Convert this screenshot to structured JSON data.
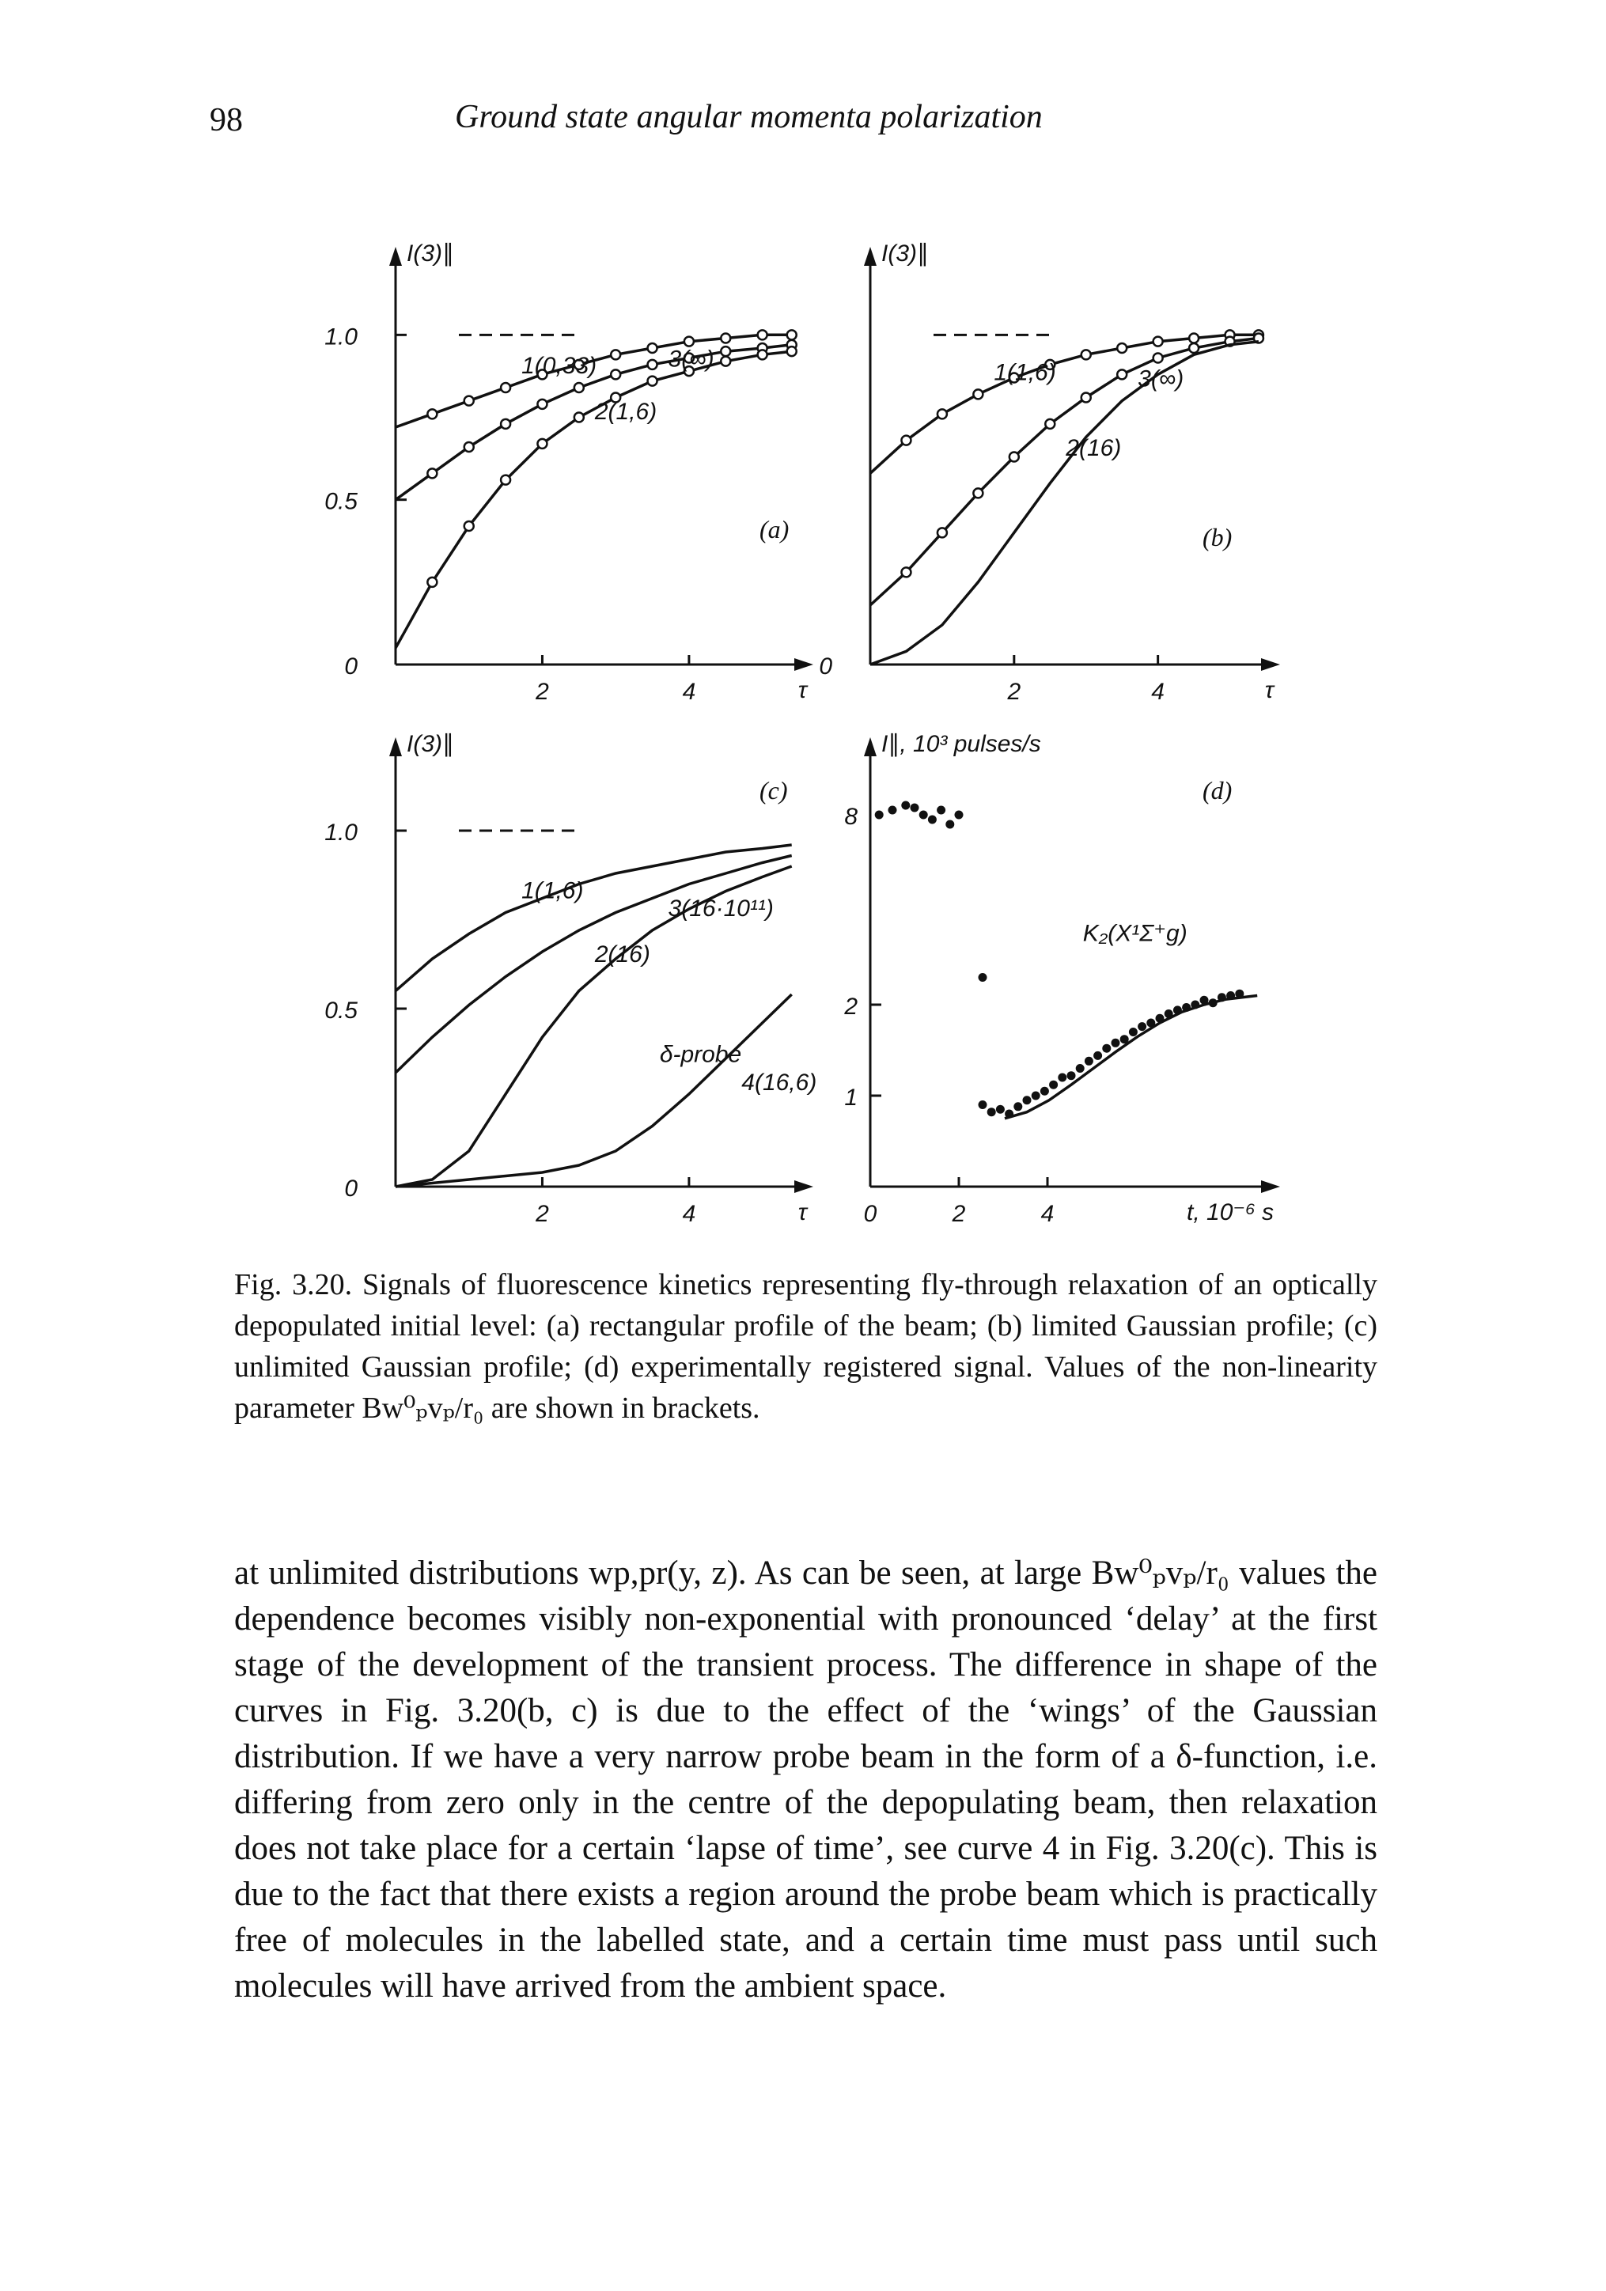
{
  "page": {
    "number": "98",
    "running_head": "Ground state angular momenta polarization"
  },
  "caption": {
    "label": "Fig. 3.20.",
    "text": "Signals of fluorescence kinetics representing fly-through relaxation of an optically depopulated initial level: (a) rectangular profile of the beam; (b) limited Gaussian profile; (c) unlimited Gaussian profile; (d) experimentally registered signal. Values of the non-linearity parameter Bw⁰ₚvₚ/r₀ are shown in brackets."
  },
  "body_text": "at unlimited distributions wp,pr(y, z). As can be seen, at large Bw⁰ₚvₚ/r₀ values the dependence becomes visibly non-exponential with pronounced ‘delay’ at the first stage of the development of the transient process. The difference in shape of the curves in Fig. 3.20(b, c) is due to the effect of the ‘wings’ of the Gaussian distribution. If we have a very narrow probe beam in the form of a δ-function, i.e. differing from zero only in the centre of the depopulating beam, then relaxation does not take place for a certain ‘lapse of time’, see curve 4 in Fig. 3.20(c). This is due to the fact that there exists a region around the probe beam which is practically free of molecules in the labelled state, and a certain time must pass until such molecules will have arrived from the ambient space.",
  "chart_data": [
    {
      "panel": "(a)",
      "type": "line",
      "ylabel": "I(3)∥",
      "xlabel": "τ",
      "yticks": [
        "0",
        "0.5",
        "1.0"
      ],
      "xticks": [
        "2",
        "4"
      ],
      "xlim": [
        0,
        5.5
      ],
      "ylim": [
        0,
        1.2
      ],
      "series": [
        {
          "name": "1(0,33)",
          "x": [
            0,
            0.5,
            1,
            1.5,
            2,
            2.5,
            3,
            3.5,
            4,
            4.5,
            5,
            5.4
          ],
          "y": [
            0.72,
            0.76,
            0.8,
            0.84,
            0.88,
            0.91,
            0.94,
            0.96,
            0.98,
            0.99,
            1.0,
            1.0
          ],
          "markers": true
        },
        {
          "name": "2(1,6)",
          "x": [
            0,
            0.5,
            1,
            1.5,
            2,
            2.5,
            3,
            3.5,
            4,
            4.5,
            5,
            5.4
          ],
          "y": [
            0.5,
            0.58,
            0.66,
            0.73,
            0.79,
            0.84,
            0.88,
            0.91,
            0.93,
            0.95,
            0.96,
            0.97
          ],
          "markers": true
        },
        {
          "name": "3(∞)",
          "x": [
            0,
            0.5,
            1,
            1.5,
            2,
            2.5,
            3,
            3.5,
            4,
            4.5,
            5,
            5.4
          ],
          "y": [
            0.05,
            0.25,
            0.42,
            0.56,
            0.67,
            0.75,
            0.81,
            0.86,
            0.89,
            0.92,
            0.94,
            0.95
          ],
          "markers": true
        }
      ]
    },
    {
      "panel": "(b)",
      "type": "line",
      "ylabel": "I(3)∥",
      "xlabel": "τ",
      "yticks": [
        "0"
      ],
      "xticks": [
        "2",
        "4"
      ],
      "xlim": [
        0,
        5.5
      ],
      "ylim": [
        0,
        1.2
      ],
      "series": [
        {
          "name": "1(1,6)",
          "x": [
            0,
            0.5,
            1,
            1.5,
            2,
            2.5,
            3,
            3.5,
            4,
            4.5,
            5,
            5.4
          ],
          "y": [
            0.58,
            0.68,
            0.76,
            0.82,
            0.87,
            0.91,
            0.94,
            0.96,
            0.98,
            0.99,
            1.0,
            1.0
          ],
          "markers": true
        },
        {
          "name": "2(16)",
          "x": [
            0,
            0.5,
            1,
            1.5,
            2,
            2.5,
            3,
            3.5,
            4,
            4.5,
            5,
            5.4
          ],
          "y": [
            0.18,
            0.28,
            0.4,
            0.52,
            0.63,
            0.73,
            0.81,
            0.88,
            0.93,
            0.96,
            0.98,
            0.99
          ],
          "markers": true
        },
        {
          "name": "3(∞)",
          "x": [
            0,
            0.5,
            1,
            1.5,
            2,
            2.5,
            3,
            3.5,
            4,
            4.5,
            5,
            5.4
          ],
          "y": [
            0,
            0.04,
            0.12,
            0.25,
            0.4,
            0.55,
            0.69,
            0.8,
            0.88,
            0.94,
            0.97,
            0.98
          ],
          "markers": false
        }
      ]
    },
    {
      "panel": "(c)",
      "type": "line",
      "ylabel": "I(3)∥",
      "xlabel": "τ",
      "yticks": [
        "0",
        "0.5",
        "1.0"
      ],
      "xticks": [
        "2",
        "4"
      ],
      "xlim": [
        0,
        5.5
      ],
      "ylim": [
        0,
        1.2
      ],
      "series": [
        {
          "name": "1(1,6)",
          "x": [
            0,
            0.5,
            1,
            1.5,
            2,
            2.5,
            3,
            3.5,
            4,
            4.5,
            5,
            5.4
          ],
          "y": [
            0.55,
            0.64,
            0.71,
            0.77,
            0.81,
            0.85,
            0.88,
            0.9,
            0.92,
            0.94,
            0.95,
            0.96
          ]
        },
        {
          "name": "2(16)",
          "x": [
            0,
            0.5,
            1,
            1.5,
            2,
            2.5,
            3,
            3.5,
            4,
            4.5,
            5,
            5.4
          ],
          "y": [
            0.32,
            0.42,
            0.51,
            0.59,
            0.66,
            0.72,
            0.77,
            0.81,
            0.85,
            0.88,
            0.91,
            0.93
          ]
        },
        {
          "name": "3(16·10¹¹)",
          "x": [
            0,
            0.5,
            1,
            1.5,
            2,
            2.5,
            3,
            3.5,
            4,
            4.5,
            5,
            5.4
          ],
          "y": [
            0,
            0.02,
            0.1,
            0.26,
            0.42,
            0.55,
            0.64,
            0.72,
            0.78,
            0.83,
            0.87,
            0.9
          ]
        },
        {
          "name": "4(16,6)",
          "x": [
            0,
            0.5,
            1,
            1.5,
            2,
            2.5,
            3,
            3.5,
            4,
            4.5,
            5,
            5.4
          ],
          "y": [
            0,
            0.01,
            0.02,
            0.03,
            0.04,
            0.06,
            0.1,
            0.17,
            0.26,
            0.36,
            0.46,
            0.54
          ]
        }
      ],
      "annotations": [
        "δ-probe"
      ]
    },
    {
      "panel": "(d)",
      "type": "scatter",
      "ylabel": "I∥, 10³ pulses/s",
      "xlabel": "t, 10⁻⁶ s",
      "yticks": [
        "1",
        "2",
        "8"
      ],
      "xticks": [
        "0",
        "2",
        "4"
      ],
      "xlim": [
        0,
        8.5
      ],
      "ylim": [
        0,
        3.0
      ],
      "fit_curve_label": "K₂(X¹Σ⁺g)",
      "points_high": {
        "x": [
          0.2,
          0.5,
          0.8,
          1.0,
          1.2,
          1.4,
          1.6,
          1.8,
          2.0
        ],
        "y": [
          8.0,
          8.1,
          8.2,
          8.15,
          8.0,
          7.9,
          8.1,
          7.8,
          8.0
        ]
      },
      "points": {
        "x": [
          2.0,
          2.0,
          2.2,
          2.4,
          2.6,
          2.8,
          3.0,
          3.2,
          3.4,
          3.6,
          3.8,
          4.0,
          4.2,
          4.4,
          4.6,
          4.8,
          5.0,
          5.2,
          5.4,
          5.6,
          5.8,
          6.0,
          6.2,
          6.4,
          6.6,
          6.8,
          7.0,
          7.2,
          7.4,
          7.6,
          7.8
        ],
        "y": [
          2.3,
          0.9,
          0.82,
          0.85,
          0.8,
          0.88,
          0.95,
          1.0,
          1.05,
          1.12,
          1.2,
          1.22,
          1.3,
          1.38,
          1.44,
          1.52,
          1.58,
          1.62,
          1.7,
          1.76,
          1.8,
          1.85,
          1.9,
          1.94,
          1.97,
          2.0,
          2.05,
          2.02,
          2.08,
          2.1,
          2.12
        ]
      },
      "fit": {
        "x": [
          2.5,
          3,
          3.5,
          4,
          4.5,
          5,
          5.5,
          6,
          6.5,
          7,
          7.5,
          8.2
        ],
        "y": [
          0.75,
          0.82,
          0.95,
          1.12,
          1.3,
          1.48,
          1.65,
          1.8,
          1.92,
          2.0,
          2.06,
          2.1
        ]
      }
    }
  ]
}
